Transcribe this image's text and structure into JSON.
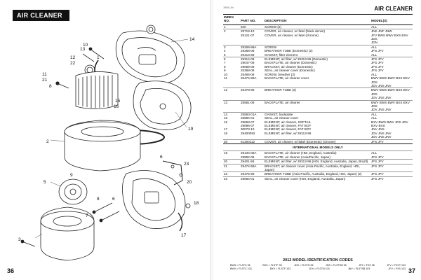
{
  "left": {
    "title": "AIR CLEANER",
    "page_number": "36"
  },
  "right": {
    "ref_code": "1904-1b",
    "title": "AIR CLEANER",
    "page_number": "37",
    "headers": {
      "index": "INDEX NO.",
      "part": "PART NO.",
      "description": "DESCRIPTION",
      "models": "MODEL(S)"
    },
    "rows": [
      {
        "idx": "1",
        "part": "940",
        "desc": "SCREW (2)",
        "models": "ALL",
        "sep": false
      },
      {
        "idx": "2",
        "part": "28719-10",
        "desc": "COVER, air cleaner, w/ fatel (black denim)",
        "models": "JNK JNF JNW",
        "sep": true
      },
      {
        "idx": "",
        "part": "29121-07",
        "desc": "COVER, air cleaner, w/ fatel (chrome)",
        "models": "JFV BWS BWV BXS BXV JDS",
        "sep": false
      },
      {
        "idx": "",
        "part": "",
        "desc": "",
        "models": "JDN",
        "sep": false
      },
      {
        "idx": "3",
        "part": "29269-99A",
        "desc": "SCREW",
        "models": "ALL",
        "sep": true
      },
      {
        "idx": "4",
        "part": "29368-08",
        "desc": "BREATHER TUBE (Domestic) (2)",
        "models": "JFS JFV",
        "sep": false
      },
      {
        "idx": "5",
        "part": "29413-96",
        "desc": "GASKET, filter element",
        "models": "ALL",
        "sep": false
      },
      {
        "idx": "6",
        "part": "29314-08",
        "desc": "ELEMENT, air filter, w/ 29313-96 (Domestic)",
        "models": "JFS JFV",
        "sep": true
      },
      {
        "idx": "7",
        "part": "29047-08",
        "desc": "BACKPLATE, air cleaner (Domestic)",
        "models": "JFS JFV",
        "sep": false
      },
      {
        "idx": "8",
        "part": "29069-08",
        "desc": "BRACKET, air cleaner (Domestic)",
        "models": "JFS JFV",
        "sep": false
      },
      {
        "idx": "9",
        "part": "25368-08",
        "desc": "SEAL, air cleaner cover (Domestic)",
        "models": "JFS JFV",
        "sep": false
      },
      {
        "idx": "10",
        "part": "25465-08",
        "desc": "SCREW, breather (2)",
        "models": "ALL",
        "sep": false
      },
      {
        "idx": "11",
        "part": "25474-99A",
        "desc": "BACKPLATE, air cleaner cover",
        "models": "BWV BWS BWV BXS BXV JDS",
        "sep": false
      },
      {
        "idx": "",
        "part": "",
        "desc": "",
        "models": "JDV JNS JNV",
        "sep": false
      },
      {
        "idx": "12",
        "part": "25478-99",
        "desc": "BREATHER TUBE (2)",
        "models": "BWV BWS BWV BXS BXV JDS",
        "sep": true
      },
      {
        "idx": "",
        "part": "",
        "desc": "",
        "models": "JDV JNS JNV",
        "sep": false
      },
      {
        "idx": "13",
        "part": "25581-08",
        "desc": "BACKPLATE, air cleaner",
        "models": "BWV BWS BWV BXS BXV JDS",
        "sep": true
      },
      {
        "idx": "",
        "part": "",
        "desc": "",
        "models": "JDV JNS JNV",
        "sep": false
      },
      {
        "idx": "14",
        "part": "25583-01A",
        "desc": "GASKET, backplate",
        "models": "ALL",
        "sep": true
      },
      {
        "idx": "15",
        "part": "25584-01",
        "desc": "SEAL, air cleaner cover",
        "models": "ALL",
        "sep": false
      },
      {
        "idx": "16",
        "part": "29658-07",
        "desc": "ELEMENT, air cleaner, SOFTAIL",
        "models": "BXV BWS BWV JDS JDV",
        "sep": false
      },
      {
        "idx": "",
        "part": "29696-07",
        "desc": "ELEMENT, air cleaner, FAT BOY",
        "models": "BXV BXS",
        "sep": false
      },
      {
        "idx": "17",
        "part": "30073-10",
        "desc": "ELEMENT, air cleaner, FAT BOY",
        "models": "JNV JNS",
        "sep": false
      },
      {
        "idx": "18",
        "part": "29400092",
        "desc": "ELEMENT, air filter, w/ 29313-96",
        "models": "JDV JNS JNV",
        "sep": false
      },
      {
        "idx": "",
        "part": "",
        "desc": "",
        "models": "JDV JNS JNV",
        "sep": false
      },
      {
        "idx": "20",
        "part": "61300112",
        "desc": "COVER, air cleaner, w/ label (Domestic) (chrome)",
        "models": "JFS JFV",
        "sep": true
      }
    ],
    "intl_title": "INTERNATIONAL MODELS ONLY",
    "intl_rows": [
      {
        "idx": "19",
        "part": "29134-08A",
        "desc": "BACKPLATE, air cleaner (HDI, England, Australia)",
        "models": "ALL",
        "sep": false
      },
      {
        "idx": "",
        "part": "29882-08",
        "desc": "BACKPLATE, air cleaner (Asia/Pacific, Japan)",
        "models": "JFS JFV",
        "sep": false
      },
      {
        "idx": "20",
        "part": "29401-56",
        "desc": "ELEMENT, air filter, w/ 29313-96 (HDI, England, Australia, Japan, Brazil)",
        "models": "JFS JFV",
        "sep": true
      },
      {
        "idx": "21",
        "part": "29474-99A",
        "desc": "BRACKET, air cleaner cover (Asia-Pacific, Australia, England, HDI, Japan)",
        "models": "JFS JFV",
        "sep": true
      },
      {
        "idx": "22",
        "part": "29476-99",
        "desc": "BREATHER TUBE (Asia-Pacific, Australia, England, HDI, Japan) (2)",
        "models": "JFS JFV",
        "sep": true
      },
      {
        "idx": "23",
        "part": "29084-01",
        "desc": "SEAL, air cleaner cover (HDI, England, Australia, Japan)",
        "models": "JFS JFV",
        "sep": true
      }
    ],
    "codes_title": "2012 MODEL IDENTIFICATION CODES",
    "codes": [
      "BWS = FLSTC 96",
      "BXS = FLSTF 96",
      "JDS = FLSTN 96",
      "JNS = FLSTSB 96",
      "JFS = FXS 96",
      "JFV = FXST 103",
      "BWV = FLSTC 103",
      "BXV = FLSTF 103",
      "JDV = FLSTN 103",
      "JNV = FLSTSB 103",
      "JFV = FXS 103"
    ]
  }
}
